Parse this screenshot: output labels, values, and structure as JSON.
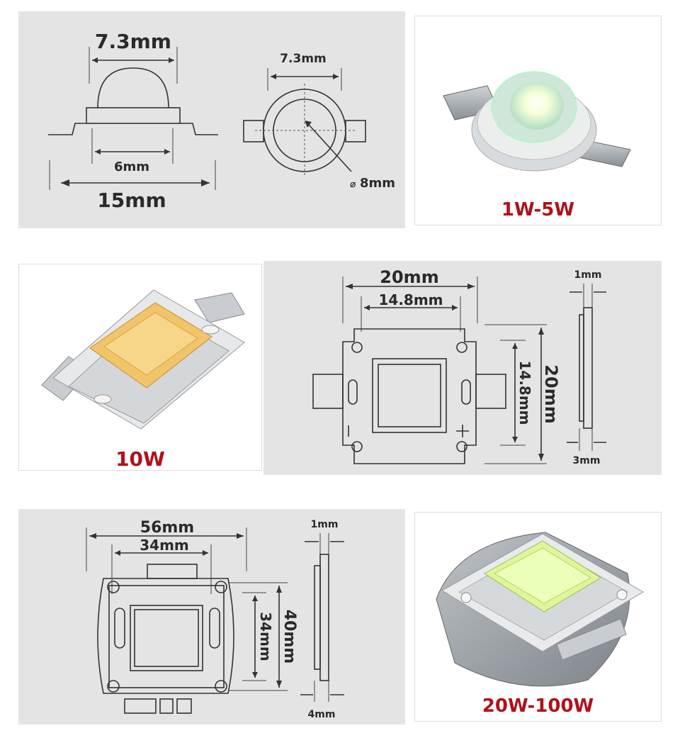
{
  "row1": {
    "side_width": "7.3mm",
    "side_base": "6mm",
    "side_total": "15mm",
    "top_width": "7.3mm",
    "top_diameter": "8mm",
    "caption": "1W-5W"
  },
  "row2": {
    "caption": "10W",
    "width_outer": "20mm",
    "width_inner": "14.8mm",
    "height_inner": "14.8mm",
    "height_outer": "20mm",
    "side_thickness": "1mm",
    "side_total": "3mm"
  },
  "row3": {
    "width_outer": "56mm",
    "width_inner": "34mm",
    "height_inner": "34mm",
    "height_outer": "40mm",
    "side_thickness": "1mm",
    "side_total": "4mm",
    "caption": "20W-100W"
  },
  "colors": {
    "panel_gray": "#e4e4e4",
    "caption_red": "#b0121a",
    "line": "#333333",
    "warm_chip": "#f2c46a",
    "cool_chip": "#dff59a"
  }
}
